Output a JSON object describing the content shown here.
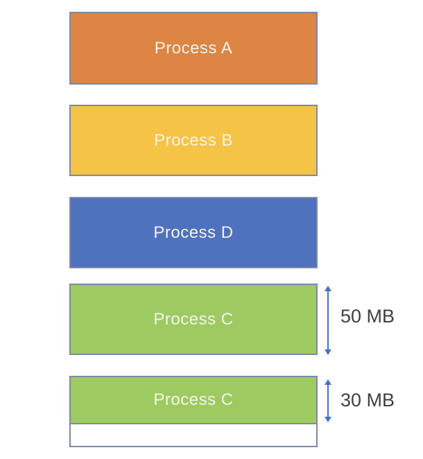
{
  "diagram": {
    "description": "Memory allocation diagram with stacked process blocks",
    "background_color": "#FFFFFF",
    "box_border_color": "#7C88A8",
    "block_label_color": "#F6F3ED",
    "annotation_text_color": "#3F3F3F",
    "arrow_color": "#4472C4",
    "free_space_fill": "#FFFFFF",
    "blocks": [
      {
        "id": "process-a",
        "label": "Process A",
        "fill": "#DD8545"
      },
      {
        "id": "process-b",
        "label": "Process B",
        "fill": "#F5C346"
      },
      {
        "id": "process-d",
        "label": "Process D",
        "fill": "#4F72BE"
      },
      {
        "id": "process-c-50",
        "label": "Process C",
        "fill": "#9DCB62",
        "size_annotation": "50 MB"
      },
      {
        "id": "process-c-30",
        "label": "Process C",
        "fill": "#9DCB62",
        "size_annotation": "30 MB",
        "has_free_space": true
      }
    ]
  }
}
